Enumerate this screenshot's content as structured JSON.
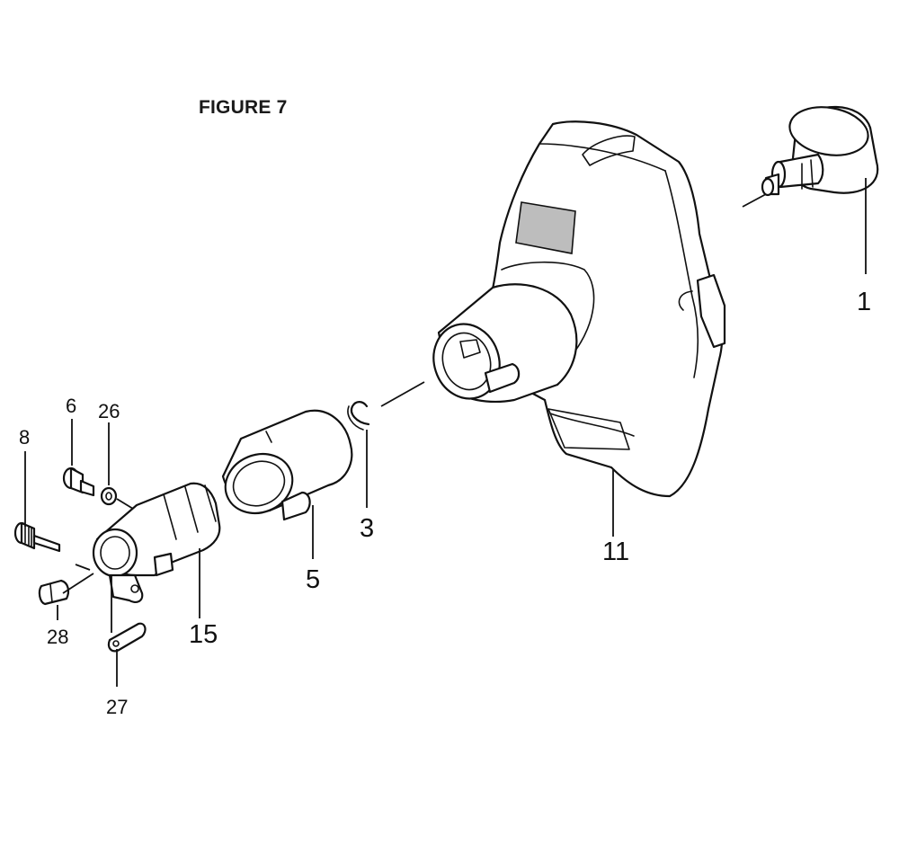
{
  "figure": {
    "title": "FIGURE 7"
  },
  "callouts": {
    "p1": "1",
    "p3": "3",
    "p5": "5",
    "p6": "6",
    "p8": "8",
    "p11": "11",
    "p15": "15",
    "p26": "26",
    "p27": "27",
    "p28": "28"
  }
}
